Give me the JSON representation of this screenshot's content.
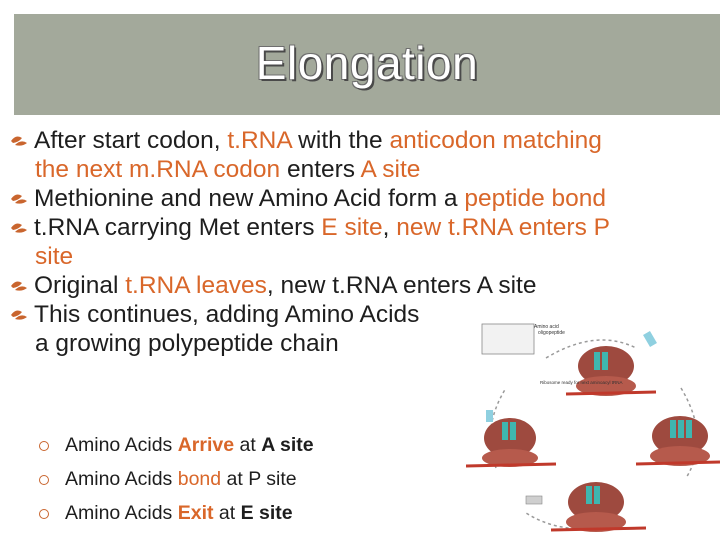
{
  "slide": {
    "title": "Elongation",
    "bullets": [
      {
        "line1_a": "After start codon, ",
        "line1_b": "t.RNA",
        "line1_c": " with the ",
        "line1_d": "anticodon matching",
        "line2_a": "the next m.RNA codon",
        "line2_b": " enters ",
        "line2_c": "A site"
      },
      {
        "a": "Methionine and new Amino Acid form a ",
        "b": "peptide bond"
      },
      {
        "line1_a": "t.RNA carrying Met enters ",
        "line1_b": "E site",
        "line1_c": ", ",
        "line1_d": "new t.RNA enters P",
        "line2_a": "site"
      },
      {
        "a": "Original ",
        "b": "t.RNA leaves",
        "c": ", new t.RNA enters A site"
      },
      {
        "line1": "This continues, adding Amino Acids",
        "line2": "a growing polypeptide chain"
      }
    ],
    "sub_bullets": [
      {
        "a": "Amino Acids ",
        "b": "Arrive",
        "c": " at ",
        "d": "A site"
      },
      {
        "a": "Amino Acids ",
        "b": "bond",
        "c": " at P site"
      },
      {
        "a": "Amino Acids ",
        "b": "Exit",
        "c": " at ",
        "d": "E site"
      }
    ]
  },
  "diagram": {
    "label_amino_acid": "Amino acid",
    "label_oligopeptide": "oligopeptide",
    "label_ribosome_ready": "Ribosome ready for next aminoacyl tRNA"
  },
  "colors": {
    "title_band": "#a3a99b",
    "highlight": "#d9672a",
    "bullet_marker": "#c9652e",
    "ribosome": "#9e4a3f"
  },
  "icons": {
    "bullet": "leaf-bullet-icon",
    "sub_bullet": "hollow-circle-bullet-icon"
  }
}
